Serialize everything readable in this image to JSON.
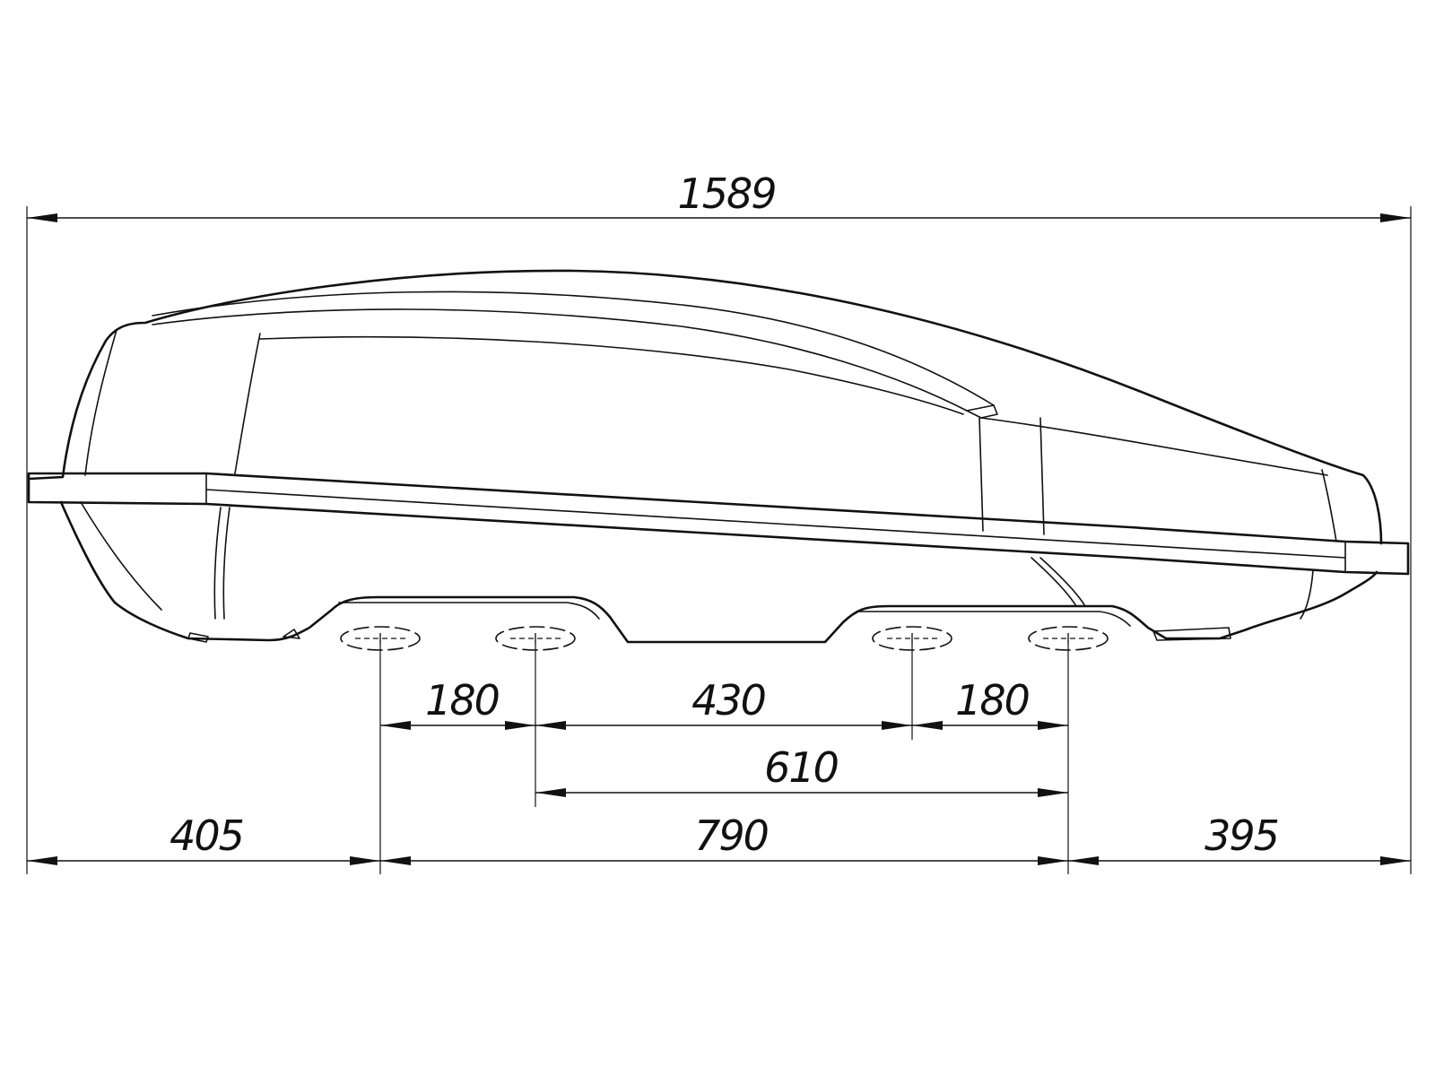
{
  "dimensions": {
    "overall_length": "1589",
    "front_overhang": "405",
    "mount_span": "790",
    "rear_overhang": "395",
    "front_clamp_spacing": "180",
    "clamp_gap": "430",
    "rear_clamp_spacing": "180",
    "inner_span": "610"
  }
}
